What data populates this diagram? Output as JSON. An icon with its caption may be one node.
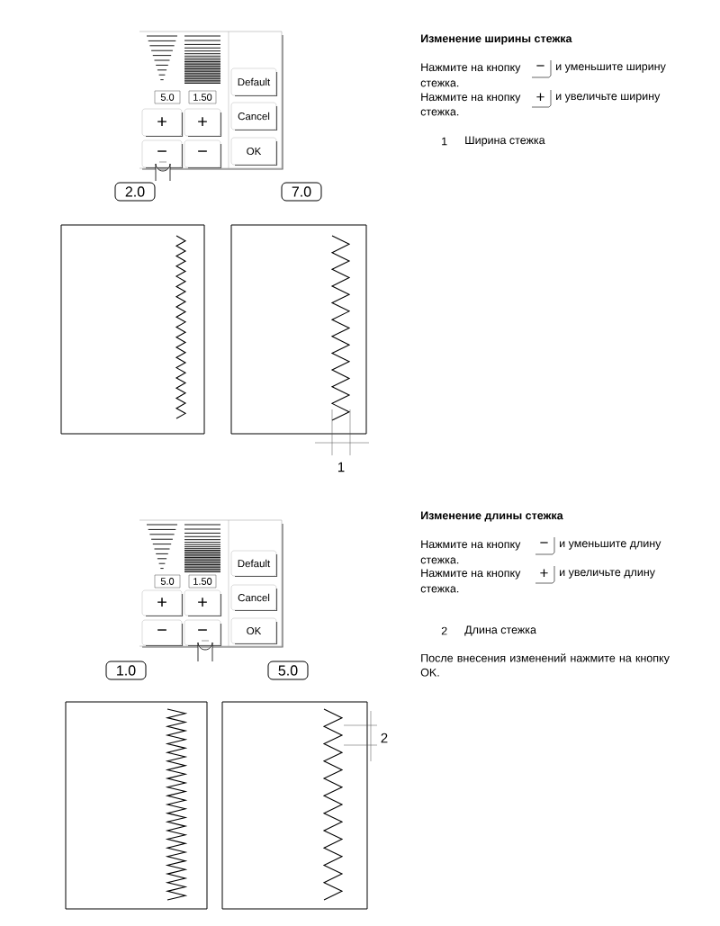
{
  "diagram": {
    "nodes": [
      {
        "text": [
          "5.0"
        ]
      },
      {
        "text": [
          "1.50"
        ]
      },
      {
        "text": [
          "+"
        ]
      },
      {
        "text": [
          "+"
        ]
      },
      {
        "text": [
          "−"
        ]
      },
      {
        "text": [
          "−"
        ]
      },
      {
        "text": [
          "Default"
        ]
      },
      {
        "text": [
          "Cancel"
        ]
      },
      {
        "text": [
          "OK"
        ]
      },
      {
        "text": [
          "2.0"
        ]
      },
      {
        "text": [
          "7.0"
        ]
      },
      {
        "text": [
          "5.0"
        ]
      },
      {
        "text": [
          "1.50"
        ]
      },
      {
        "text": [
          "+"
        ]
      },
      {
        "text": [
          "+"
        ]
      },
      {
        "text": [
          "−"
        ]
      },
      {
        "text": [
          "−"
        ]
      },
      {
        "text": [
          "Default"
        ]
      },
      {
        "text": [
          "Cancel"
        ]
      },
      {
        "text": [
          "OK"
        ]
      },
      {
        "text": [
          "1.0"
        ]
      },
      {
        "text": [
          "5.0"
        ]
      }
    ],
    "labels": [
      "Изменение ширины стежка",
      "Нажмите на кнопку",
      "−",
      "и уменьшите ширину",
      "стежка.",
      "Нажмите на кнопку",
      "+",
      "и увеличьте ширину",
      "стежка.",
      "1",
      "Ширина стежка",
      "1",
      "Изменение длины стежка",
      "Нажмите на кнопку",
      "−",
      "и уменьшите длину",
      "стежка.",
      "Нажмите на кнопку",
      "+",
      "и увеличьте длину",
      "стежка.",
      "2",
      "Длина стежка",
      "После внесения изменений нажмите на кнопку OK.",
      "2"
    ]
  }
}
